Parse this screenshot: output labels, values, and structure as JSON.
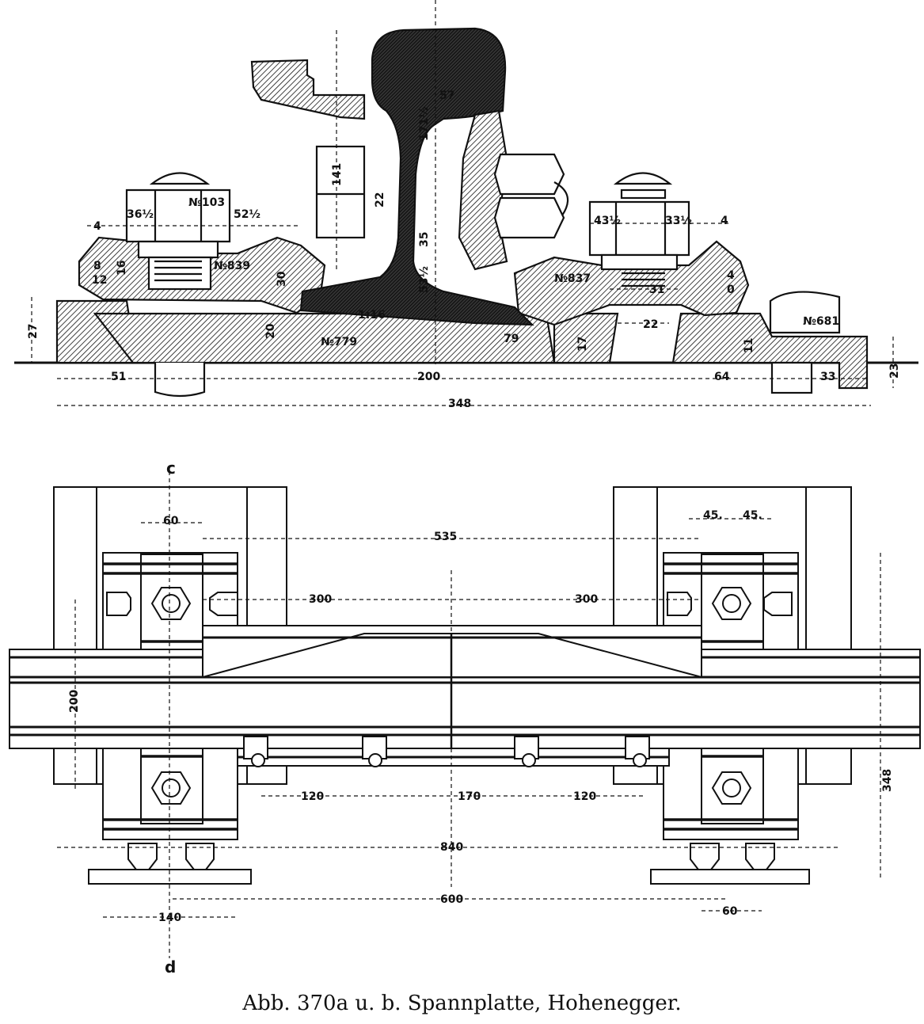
{
  "caption": "Abb. 370a u. b. Spannplatte, Hohenegger.",
  "section": {
    "parts": {
      "bolt_left": "№103",
      "clamp_left": "№839",
      "clamp_right": "№837",
      "base_plate": "№779",
      "end_block": "№681"
    },
    "dims": {
      "rail_head": "57",
      "web_height": "171½",
      "fish_bolt": "141",
      "bolt_spacing": "22",
      "web_thick": "35",
      "foot": "53½",
      "foot_ratio": "1:16",
      "length_79": "79",
      "nut_left_a": "36½",
      "nut_left_b": "52½",
      "gap_left": "4",
      "clamp_a": "8",
      "clamp_b": "12",
      "clamp_c": "16",
      "clamp_h": "30",
      "plate_h": "20",
      "total_h": "27",
      "nut_right_a": "43½",
      "nut_right_b": "33½",
      "gap_right": "4",
      "bolt_w": "31",
      "hole": "22",
      "small_h": "17",
      "small_b": "11",
      "right_frac_top": "4",
      "right_frac_bot": "0",
      "span_left": "51",
      "span_center": "200",
      "span_right": "64",
      "end_w": "33",
      "end_h": "23",
      "overall": "348"
    }
  },
  "plan": {
    "section_marks": {
      "top": "c",
      "bottom": "d"
    },
    "dims": {
      "d60_top_left": "60",
      "d535": "535",
      "d45_a": "45.",
      "d45_b": "45.",
      "d300_left": "300",
      "d300_right": "300",
      "d200": "200",
      "d348": "348",
      "d120_left": "120",
      "d170": "170",
      "d120_right": "120",
      "d840": "840",
      "d600": "600",
      "d140": "140",
      "d60_bottom_right": "60"
    }
  }
}
